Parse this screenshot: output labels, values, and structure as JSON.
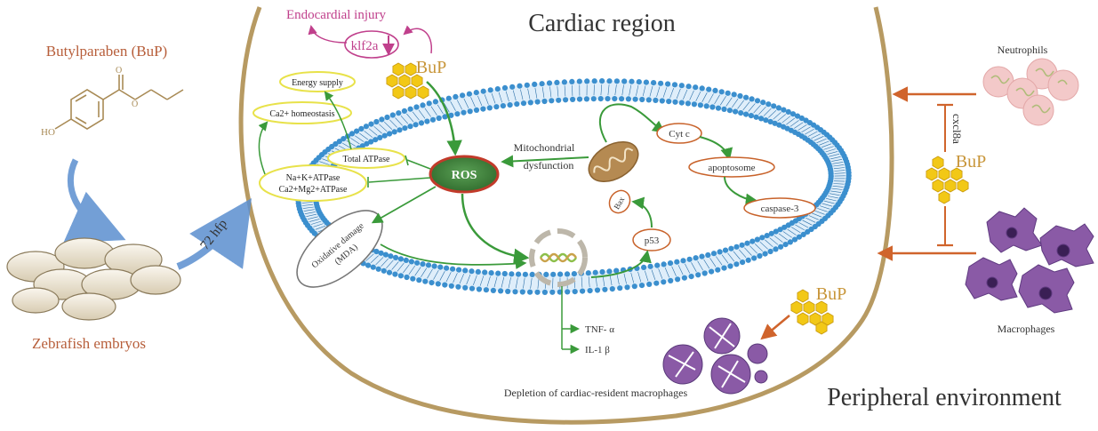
{
  "colors": {
    "outer_border": "#b79a62",
    "membrane": "#3b8fce",
    "membrane_dark": "#2a6fa8",
    "arrow_green": "#3a9a3a",
    "arrow_orange": "#d0642c",
    "ros_fill": "#3f7f3c",
    "ros_ring": "#c23a2a",
    "bup": "#f2c816",
    "bup_text": "#c8963a",
    "oval_yellow": "#e8e24a",
    "oval_orange": "#c8622a",
    "injury_pink": "#c0408c",
    "title_orange": "#b75e3a",
    "neutrophil": "#f3c9c9",
    "macrophage": "#8a5aa6",
    "mitochondria": "#b58a52"
  },
  "left_panel": {
    "compound_label": "Butylparaben (BuP)",
    "ho_label": "HO",
    "embryo_label": "Zebrafish embryos",
    "time_label": "72 hfp"
  },
  "regions": {
    "cardiac": "Cardiac region",
    "peripheral": "Peripheral environment"
  },
  "nodes": {
    "endocardial_injury": "Endocardial injury",
    "klf2a": "klf2a",
    "bup": "BuP",
    "energy_supply": "Energy supply",
    "ca_homeostasis": "Ca2+ homeostasis",
    "total_atpase": "Total ATPase",
    "nak_atpase": "Na+K+ATPase",
    "camg_atpase": "Ca2+Mg2+ATPase",
    "ros": "ROS",
    "mito_dysfunction_1": "Mitochondrial",
    "mito_dysfunction_2": "dysfunction",
    "cyt_c": "Cyt c",
    "apoptosome": "apoptosome",
    "caspase3": "caspase-3",
    "bax": "Bax",
    "p53": "p53",
    "oxidative_1": "Oxidative damage",
    "oxidative_2": "(MDA)",
    "tnf": "TNF- α",
    "il1": "IL-1 β",
    "depletion": "Depletion of cardiac-resident macrophages"
  },
  "right_panel": {
    "neutrophils": "Neutrophils",
    "macrophages": "Macrophages",
    "cxcl8a": "cxcl8a",
    "bup": "BuP"
  },
  "icons": [
    "hexagon-cluster-icon",
    "dna-icon",
    "mitochondria-icon",
    "neutrophil-icon",
    "macrophage-icon",
    "zebrafish-embryo-icon"
  ]
}
